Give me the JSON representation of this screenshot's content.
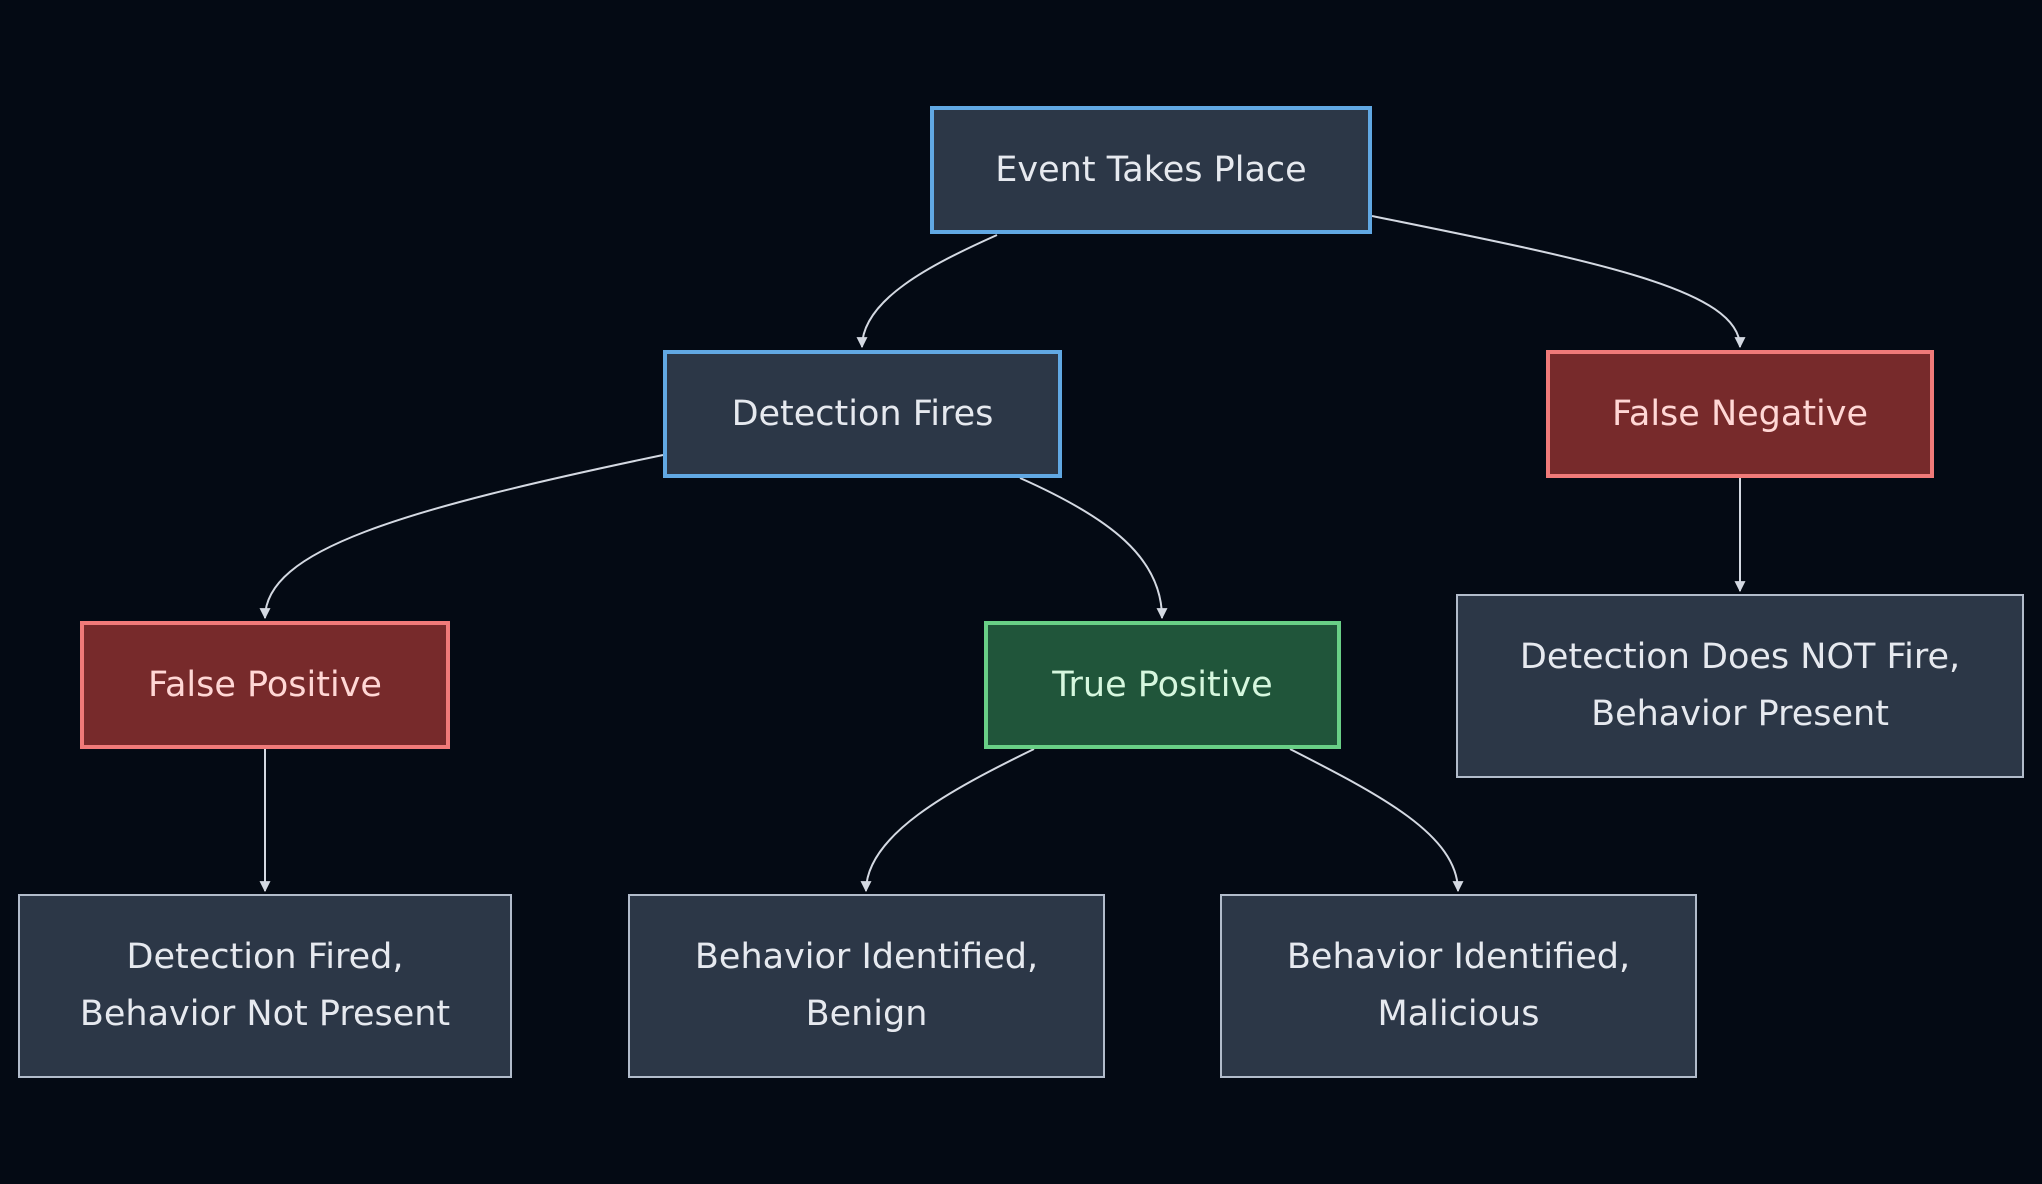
{
  "diagram": {
    "nodes": {
      "event": {
        "lines": [
          "Event Takes Place"
        ]
      },
      "detect": {
        "lines": [
          "Detection Fires"
        ]
      },
      "fneg": {
        "lines": [
          "False Negative"
        ]
      },
      "fpos": {
        "lines": [
          "False Positive"
        ]
      },
      "tpos": {
        "lines": [
          "True Positive"
        ]
      },
      "fneg_desc": {
        "lines": [
          "Detection Does NOT Fire,",
          "Behavior Present"
        ]
      },
      "fpos_desc": {
        "lines": [
          "Detection Fired,",
          "Behavior Not Present"
        ]
      },
      "benign": {
        "lines": [
          "Behavior Identified,",
          "Benign"
        ]
      },
      "malicious": {
        "lines": [
          "Behavior Identified,",
          "Malicious"
        ]
      }
    },
    "edges": [
      {
        "from": "event",
        "to": "detect"
      },
      {
        "from": "event",
        "to": "fneg"
      },
      {
        "from": "detect",
        "to": "fpos"
      },
      {
        "from": "detect",
        "to": "tpos"
      },
      {
        "from": "fneg",
        "to": "fneg_desc"
      },
      {
        "from": "fpos",
        "to": "fpos_desc"
      },
      {
        "from": "tpos",
        "to": "benign"
      },
      {
        "from": "tpos",
        "to": "malicious"
      }
    ],
    "colors": {
      "background": "#040a14",
      "edge": "#d4d9e2",
      "blue_border": "#61a8e3",
      "red_fill": "#772a2b",
      "red_border": "#f07a79",
      "green_fill": "#20553a",
      "green_border": "#69cf86",
      "neutral_fill": "#2c3747",
      "neutral_border": "#b2bccb"
    }
  }
}
